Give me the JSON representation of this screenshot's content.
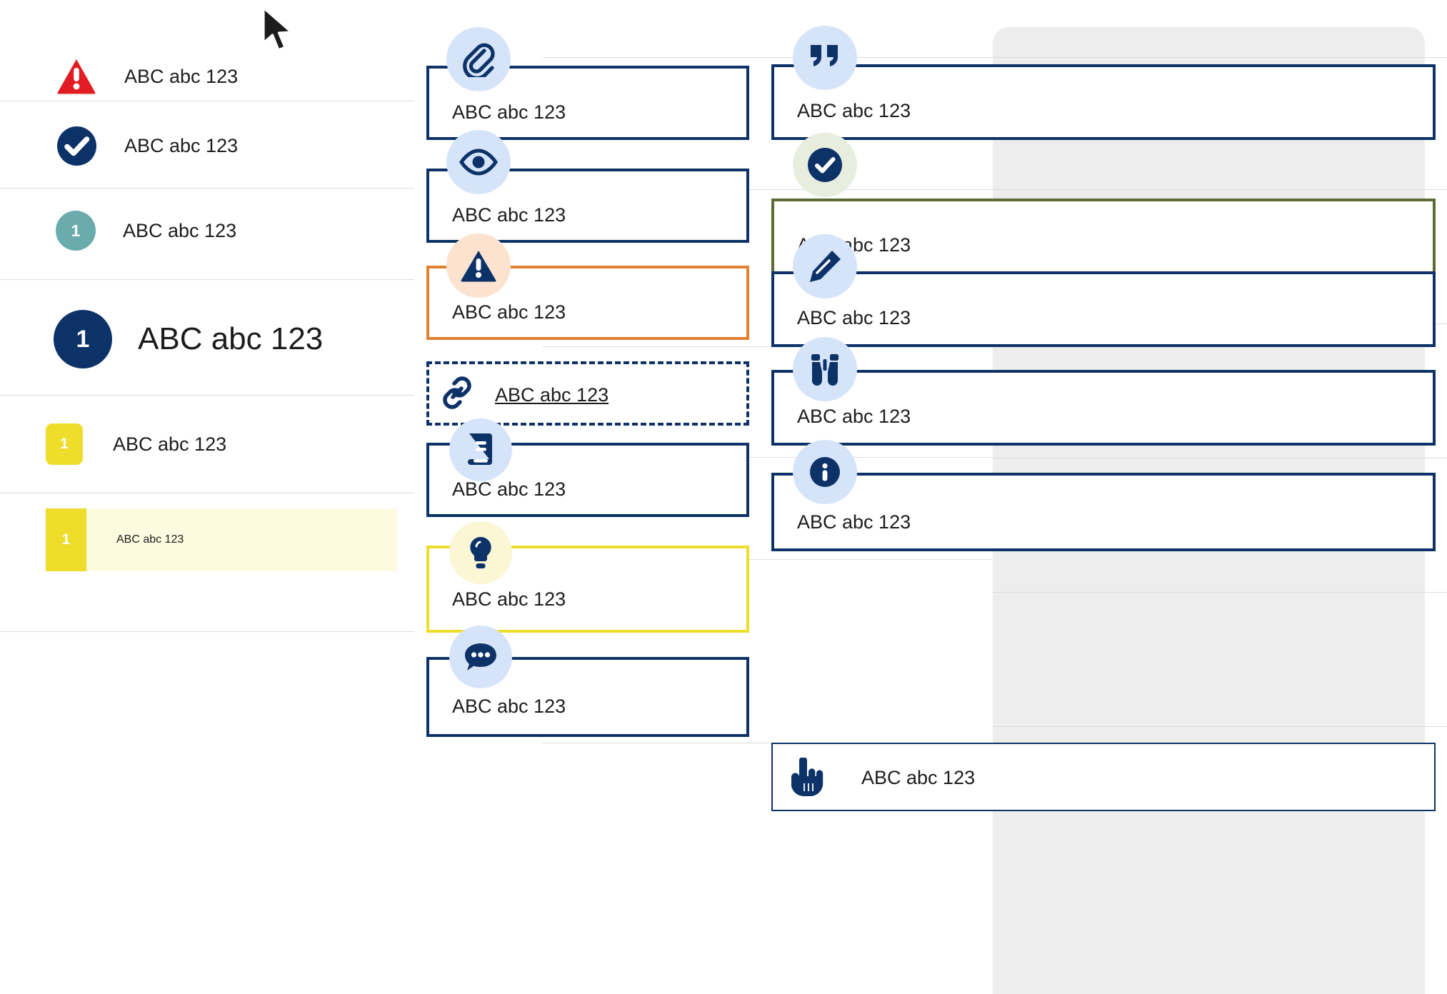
{
  "sample_text": "ABC abc 123",
  "colors": {
    "navy": "#0d3268",
    "navy_dark": "#0b2e63",
    "orange": "#e08030",
    "olive": "#5a6b33",
    "yellow": "#eedd2a",
    "yellow_pale": "#fdfae0",
    "teal": "#6aacad",
    "red": "#e31b23",
    "icon_bubble_blue": "#d6e4fa",
    "icon_bubble_peach": "#fce3cf",
    "icon_bubble_green": "#e8eedd",
    "icon_bubble_yellow": "#fbf6d3",
    "divider": "#dcdcdc",
    "panel_gray": "#ededed"
  },
  "left_column": {
    "rows": [
      {
        "icon": "warning-triangle-icon",
        "label": "ABC abc 123",
        "badge_text": ""
      },
      {
        "icon": "check-circle-icon",
        "label": "ABC abc 123",
        "badge_text": ""
      },
      {
        "icon": "number-badge-teal",
        "label": "ABC abc 123",
        "badge_text": "1"
      },
      {
        "icon": "number-badge-navy-large",
        "label": "ABC abc 123",
        "badge_text": "1"
      },
      {
        "icon": "number-badge-yellow",
        "label": "ABC abc 123",
        "badge_text": "1"
      },
      {
        "icon": "number-badge-yellow-highlighted",
        "label": "ABC abc 123",
        "badge_text": "1"
      }
    ]
  },
  "middle_column": {
    "cards": [
      {
        "icon": "paperclip-icon",
        "label": "ABC abc 123",
        "border": "navy",
        "style": "solid"
      },
      {
        "icon": "eye-icon",
        "label": "ABC abc 123",
        "border": "navy",
        "style": "solid"
      },
      {
        "icon": "warning-triangle-icon",
        "label": "ABC abc 123",
        "border": "orange",
        "style": "solid"
      },
      {
        "icon": "link-chain-icon",
        "label": "ABC abc 123",
        "border": "navy",
        "style": "dashed"
      },
      {
        "icon": "book-icon",
        "label": "ABC abc 123",
        "border": "navy",
        "style": "solid"
      },
      {
        "icon": "lightbulb-icon",
        "label": "ABC abc 123",
        "border": "yellow",
        "style": "solid"
      },
      {
        "icon": "speech-bubble-icon",
        "label": "ABC abc 123",
        "border": "navy",
        "style": "solid"
      }
    ]
  },
  "right_column": {
    "cards": [
      {
        "icon": "quote-marks-icon",
        "label": "ABC abc 123",
        "border": "navy",
        "style": "solid"
      },
      {
        "icon": "check-circle-icon",
        "label": "ABC abc 123",
        "border": "olive",
        "style": "solid"
      },
      {
        "icon": "pencil-icon",
        "label": "ABC abc 123",
        "border": "navy",
        "style": "solid"
      },
      {
        "icon": "binoculars-icon",
        "label": "ABC abc 123",
        "border": "navy",
        "style": "solid"
      },
      {
        "icon": "info-circle-icon",
        "label": "ABC abc 123",
        "border": "navy",
        "style": "solid"
      },
      {
        "icon": "hand-pointer-icon",
        "label": "ABC abc 123",
        "border": "navy",
        "style": "thin"
      }
    ]
  },
  "cursor": {
    "type": "arrow-pointer"
  }
}
